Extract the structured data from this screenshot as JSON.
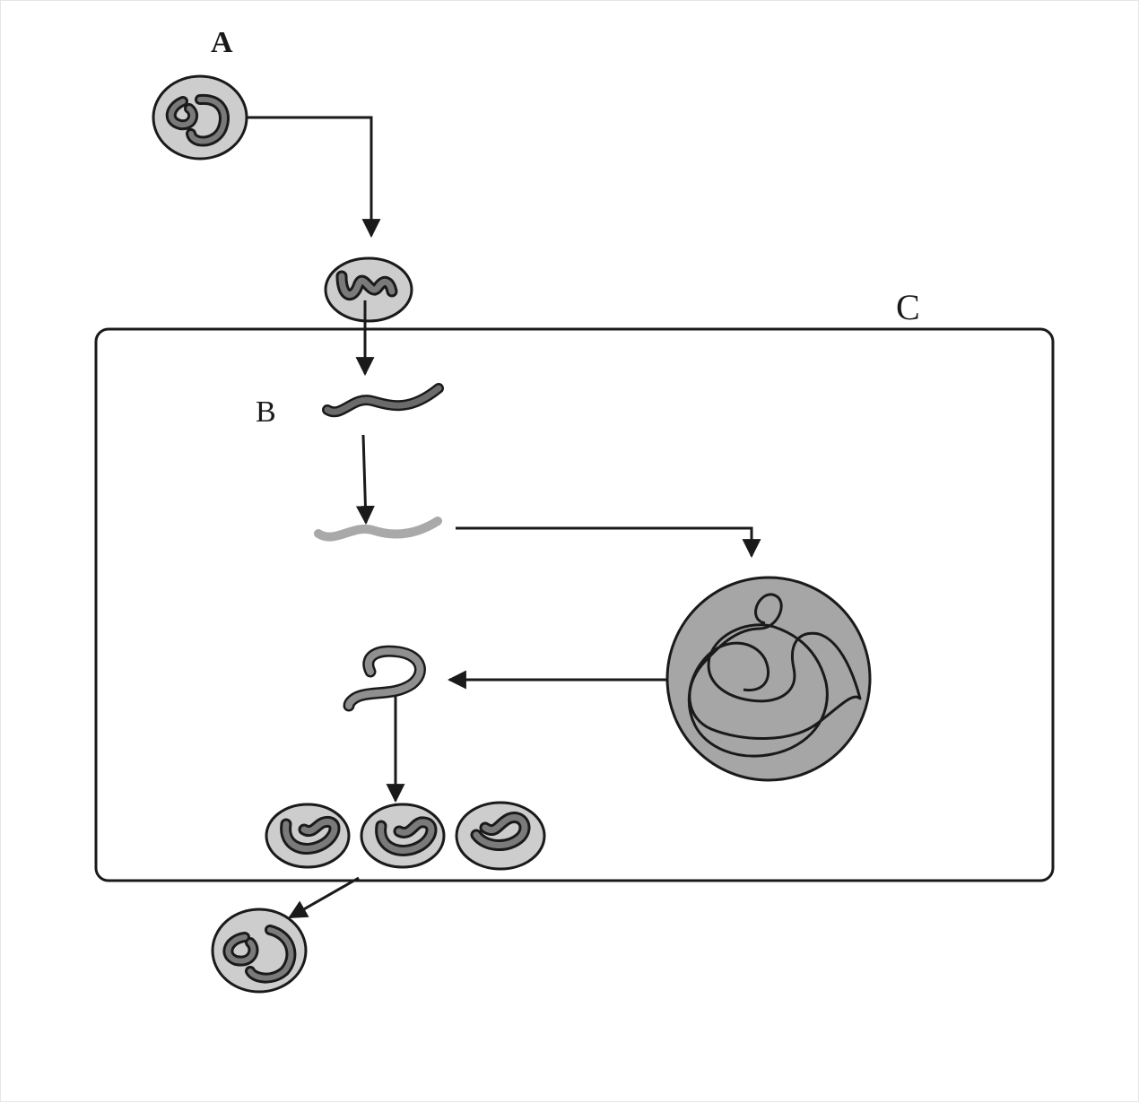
{
  "labels": {
    "a": "A",
    "b": "B",
    "c": "C"
  },
  "colors": {
    "stroke": "#1a1a1a",
    "cell_fill": "#cdcdcd",
    "big_sphere_fill": "#a6a6a6",
    "strand_dark": "#6b6b6b",
    "strand_light": "#a9a9a9",
    "strand_mid": "#8f8f8f"
  }
}
